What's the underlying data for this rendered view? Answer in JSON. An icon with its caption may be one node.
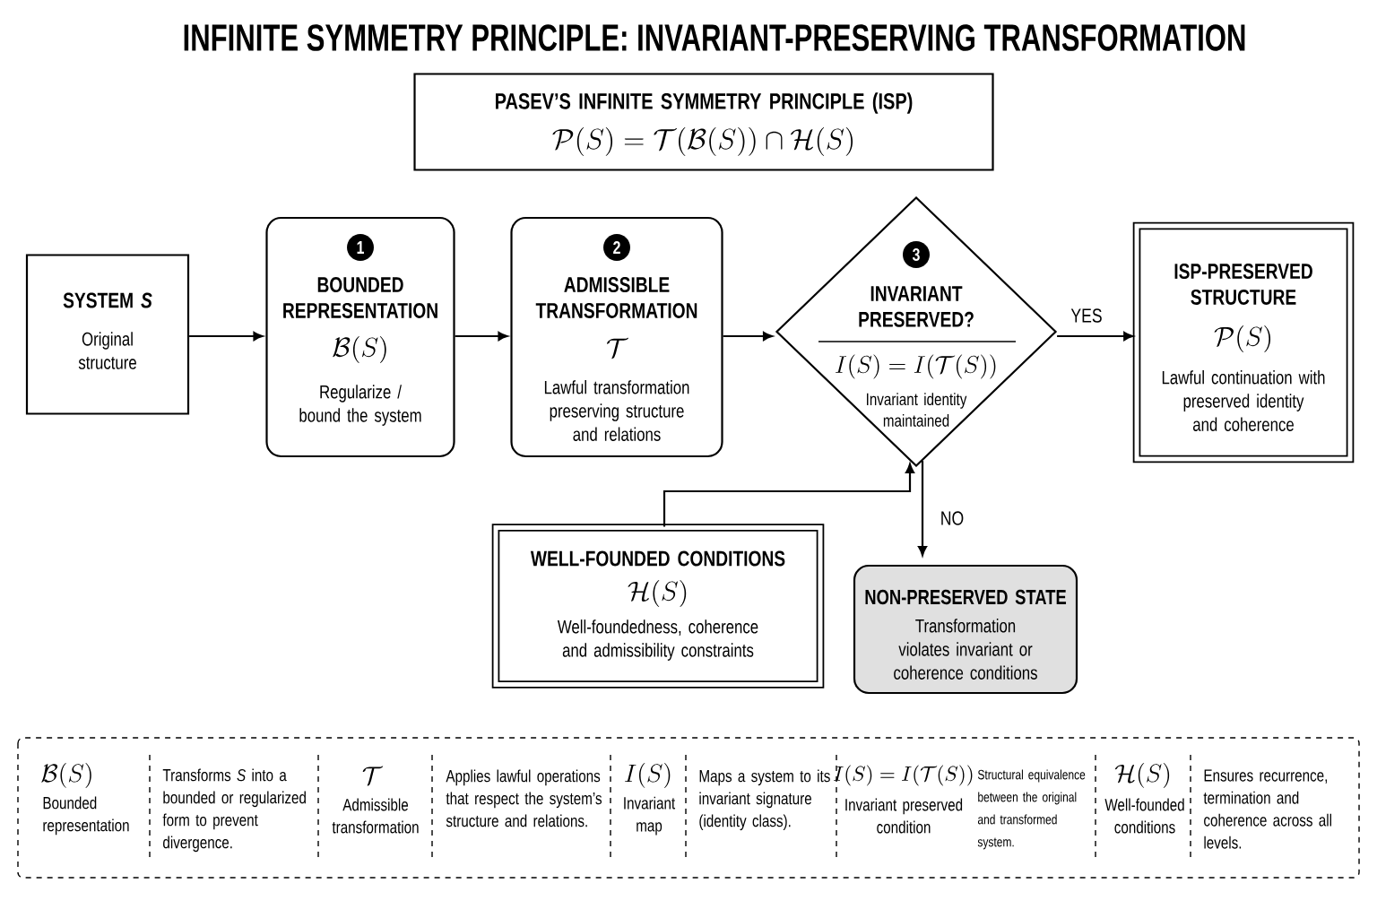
{
  "diagram": {
    "title": "INFINITE SYMMETRY PRINCIPLE: INVARIANT-PRESERVING TRANSFORMATION",
    "nodes": [
      {
        "text": [
          "PASEV’S INFINITE SYMMETRY PRINCIPLE (ISP)",
          "\\mathcal{P}(S) = \\mathcal{T}(\\mathcal{B}(S)) \\cap \\mathcal{H}(S)"
        ]
      },
      {
        "text": [
          "SYSTEM *S*",
          "Original structure"
        ]
      },
      {
        "text": [
          "1",
          "BOUNDED REPRESENTATION",
          "\\mathcal{B}(S)",
          "Regularize / bound the system"
        ]
      },
      {
        "text": [
          "2",
          "ADMISSIBLE TRANSFORMATION",
          "\\mathcal{T}",
          "Lawful transformation preserving structure and relations"
        ]
      },
      {
        "text": [
          "3",
          "INVARIANT PRESERVED?",
          "I(S) = I(\\mathcal{T}(S))",
          "Invariant identity maintained"
        ]
      },
      {
        "text": [
          "ISP-PRESERVED STRUCTURE",
          "\\mathcal{P}(S)",
          "Lawful continuation with preserved identity and coherence"
        ]
      },
      {
        "text": [
          "WELL-FOUNDED CONDITIONS",
          "\\mathcal{H}(S)",
          "Well-foundedness, coherence and admissibility constraints"
        ]
      },
      {
        "text": [
          "NON-PRESERVED STATE",
          "Transformation violates invariant or coherence conditions"
        ]
      }
    ],
    "edges": [
      {
        "from": 1,
        "to": 2,
        "arrow": "to"
      },
      {
        "from": 2,
        "to": 3,
        "arrow": "to"
      },
      {
        "from": 3,
        "to": 4,
        "arrow": "to"
      },
      {
        "from": 4,
        "to": 5,
        "arrow": "to",
        "label": "YES"
      },
      {
        "from": 6,
        "to": 4,
        "arrow": "to"
      },
      {
        "from": 4,
        "to": 7,
        "arrow": "to",
        "label": "NO"
      }
    ],
    "labels": [
      "\\mathcal{B}(S)",
      "Bounded representation",
      "Transforms *S* into a bounded or regularized form to prevent divergence.",
      "\\mathcal{T}",
      "Admissible transformation",
      "Applies lawful operations that respect the system’s structure and relations.",
      "I(S)",
      "Invariant map",
      "Maps a system to its invariant signature (identity class).",
      "I(S) = I(\\mathcal{T}(S))",
      "Invariant preserved condition",
      "Structural equivalence between the original and transformed system.",
      "\\mathcal{H}(S)",
      "Well-founded conditions",
      "Ensures recurrence, termination and coherence across all levels."
    ]
  }
}
